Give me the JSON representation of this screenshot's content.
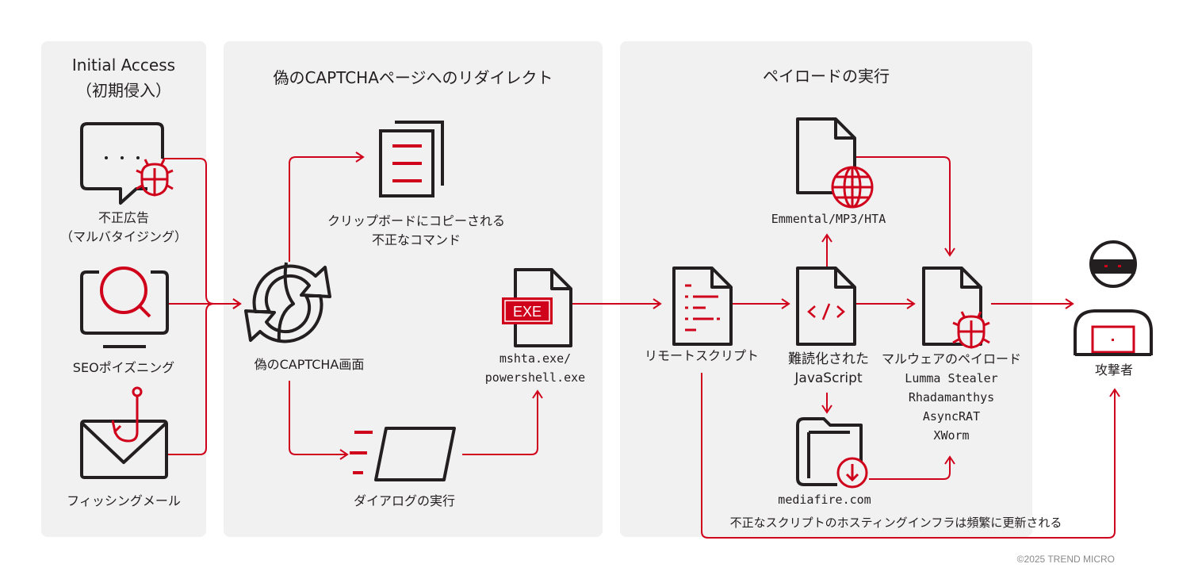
{
  "panels": {
    "initial_access": {
      "title_line1": "Initial Access",
      "title_line2": "（初期侵入）"
    },
    "redirect": {
      "title": "偽のCAPTCHAページへのリダイレクト"
    },
    "payload": {
      "title": "ペイロードの実行"
    }
  },
  "nodes": {
    "malvertising": {
      "line1": "不正広告",
      "line2": "（マルバタイジング）"
    },
    "seo": {
      "label": "SEOポイズニング"
    },
    "phishing": {
      "label": "フィッシングメール"
    },
    "captcha": {
      "label": "偽のCAPTCHA画面"
    },
    "clipboard": {
      "line1": "クリップボードにコピーされる",
      "line2": "不正なコマンド"
    },
    "dialog": {
      "label": "ダイアログの実行"
    },
    "exe": {
      "icon_text": "EXE",
      "line1": "mshta.exe/",
      "line2": "powershell.exe"
    },
    "remote_script": {
      "label": "リモートスクリプト"
    },
    "obfuscated_js": {
      "line1": "難読化された",
      "line2": "JavaScript"
    },
    "emmental": {
      "label": "Emmental/MP3/HTA"
    },
    "mediafire": {
      "label": "mediafire.com"
    },
    "malware": {
      "line1": "マルウェアのペイロード",
      "families": [
        "Lumma Stealer",
        "Rhadamanthys",
        "AsyncRAT",
        "XWorm"
      ]
    },
    "attacker": {
      "label": "攻撃者"
    }
  },
  "notes": {
    "infra": "不正なスクリプトのホスティングインフラは頻繁に更新される"
  },
  "credit": "©2025 TREND MICRO",
  "colors": {
    "accent": "#d0021b",
    "ink": "#231f20",
    "panel": "#f1f1f1"
  }
}
